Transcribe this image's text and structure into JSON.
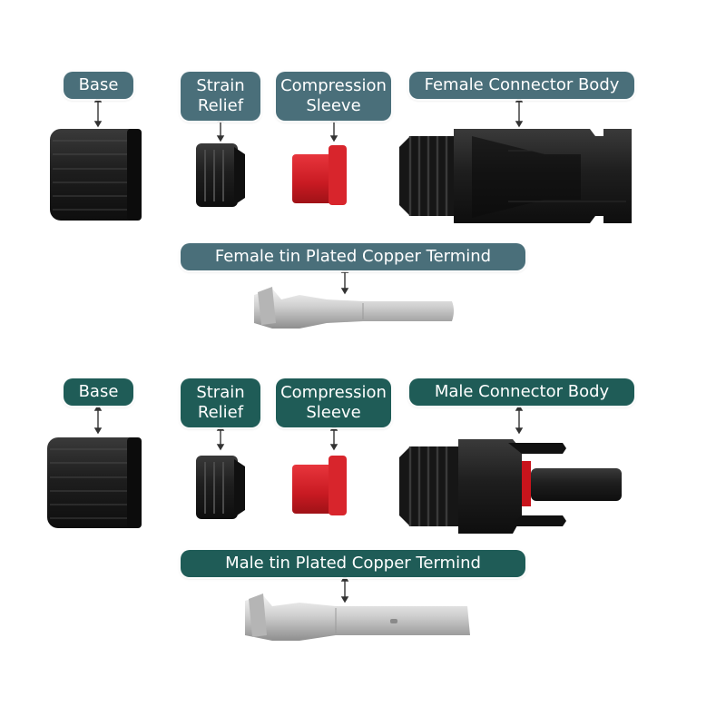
{
  "colors": {
    "female_label": "#4a6f7a",
    "male_label": "#1f5c57",
    "black_part": "#1a1a1a",
    "red_part": "#d21f27",
    "metal": "#c9c9c9",
    "arrow": "#333333"
  },
  "female": {
    "base": "Base",
    "strain_relief_1": "Strain",
    "strain_relief_2": "Relief",
    "compression_1": "Compression",
    "compression_2": "Sleeve",
    "connector_body": "Female Connector Body",
    "terminal": "Female tin Plated Copper Termind"
  },
  "male": {
    "base": "Base",
    "strain_relief_1": "Strain",
    "strain_relief_2": "Relief",
    "compression_1": "Compression",
    "compression_2": "Sleeve",
    "connector_body": "Male Connector Body",
    "terminal": "Male tin Plated Copper Termind"
  }
}
